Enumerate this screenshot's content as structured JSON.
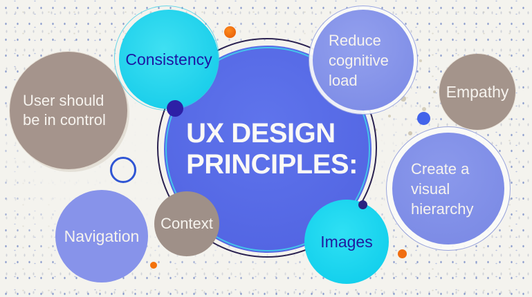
{
  "title": {
    "line1": "UX DESIGN",
    "line2": "PRINCIPLES:"
  },
  "principles": [
    {
      "id": "consistency",
      "label": "Consistency"
    },
    {
      "id": "reduce-cognitive-load",
      "label": "Reduce cognitive load"
    },
    {
      "id": "user-in-control",
      "label": "User should be in control"
    },
    {
      "id": "empathy",
      "label": "Empathy"
    },
    {
      "id": "create-visual-hierarchy",
      "label": "Create a visual hierarchy"
    },
    {
      "id": "images",
      "label": "Images"
    },
    {
      "id": "context",
      "label": "Context"
    },
    {
      "id": "navigation",
      "label": "Navigation"
    }
  ],
  "palette": {
    "background": "#f4f3ee",
    "center_blue": "#5568e4",
    "cyan": "#1fd4ee",
    "periwinkle": "#8492e8",
    "taupe": "#a5948c",
    "dark_indigo_text": "#1d18a2",
    "white_text": "#f6f3ee",
    "navy_ring": "#2a2150",
    "orange_dot": "#f06d12",
    "blue_dot": "#4263ea",
    "indigo_dot": "#2d20a6",
    "navy_dot": "#2a2280",
    "outline_ring_blue": "#2f55d4"
  }
}
